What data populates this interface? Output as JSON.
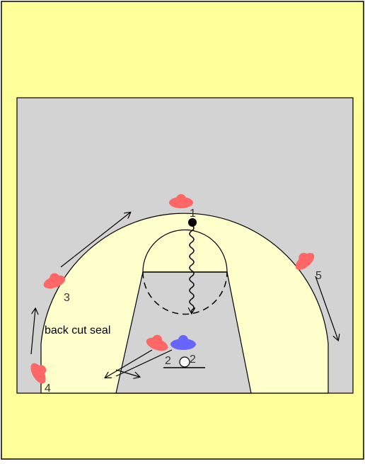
{
  "colors": {
    "page_background": "#FFFF99",
    "court_gray": "#D3D3D3",
    "three_point_area": "#FFFFCC",
    "offense_player": "#FF6666",
    "defense_player": "#6666FF",
    "line": "#000000",
    "label_text": "#333333"
  },
  "diagram": {
    "annotation": "back cut seal",
    "offense_players": [
      {
        "id": "player-1",
        "number": "1",
        "role": "point guard with ball"
      },
      {
        "id": "player-2",
        "number": "2",
        "role": "wing on left block area"
      },
      {
        "id": "player-3",
        "number": "3",
        "role": "left wing"
      },
      {
        "id": "player-4",
        "number": "4",
        "role": "left corner"
      },
      {
        "id": "player-5",
        "number": "5",
        "role": "right wing"
      }
    ],
    "defenders": [
      {
        "id": "defender-2",
        "number": "2"
      }
    ],
    "actions": [
      {
        "type": "dribble",
        "from": "player-1",
        "direction": "down the lane"
      },
      {
        "type": "cut",
        "from": "player-3",
        "direction": "toward top of key"
      },
      {
        "type": "cut",
        "from": "player-4",
        "direction": "up the sideline"
      },
      {
        "type": "cut",
        "from": "player-5",
        "direction": "toward right corner"
      },
      {
        "type": "back cut",
        "from": "player-2",
        "direction": "toward baseline"
      }
    ]
  }
}
